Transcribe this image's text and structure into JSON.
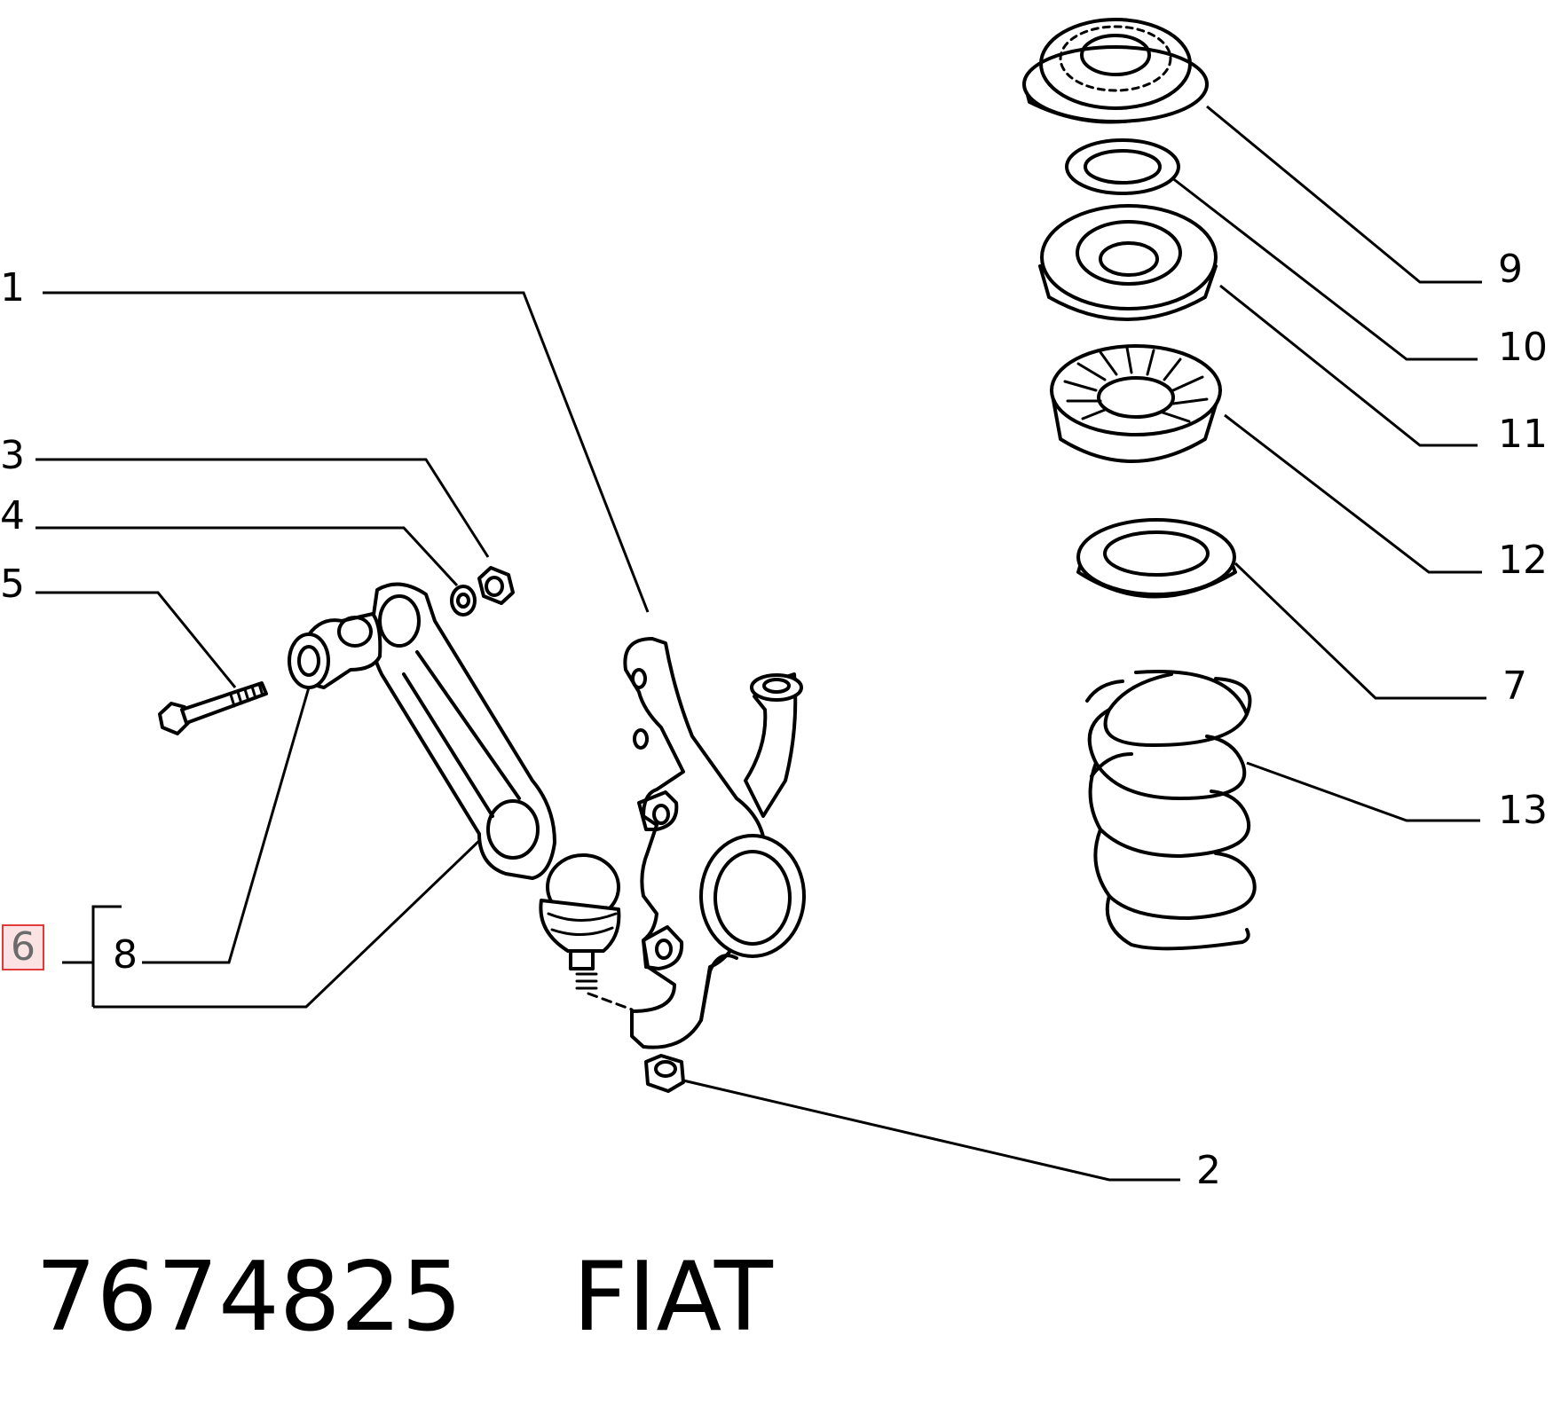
{
  "callouts": {
    "c1": "1",
    "c2": "2",
    "c3": "3",
    "c4": "4",
    "c5": "5",
    "c6": "6",
    "c7": "7",
    "c8": "8",
    "c9": "9",
    "c10": "10",
    "c11": "11",
    "c12": "12",
    "c13": "13"
  },
  "highlight_color": "#e03a3a",
  "footer": {
    "part_number": "7674825",
    "brand": "FIAT"
  }
}
